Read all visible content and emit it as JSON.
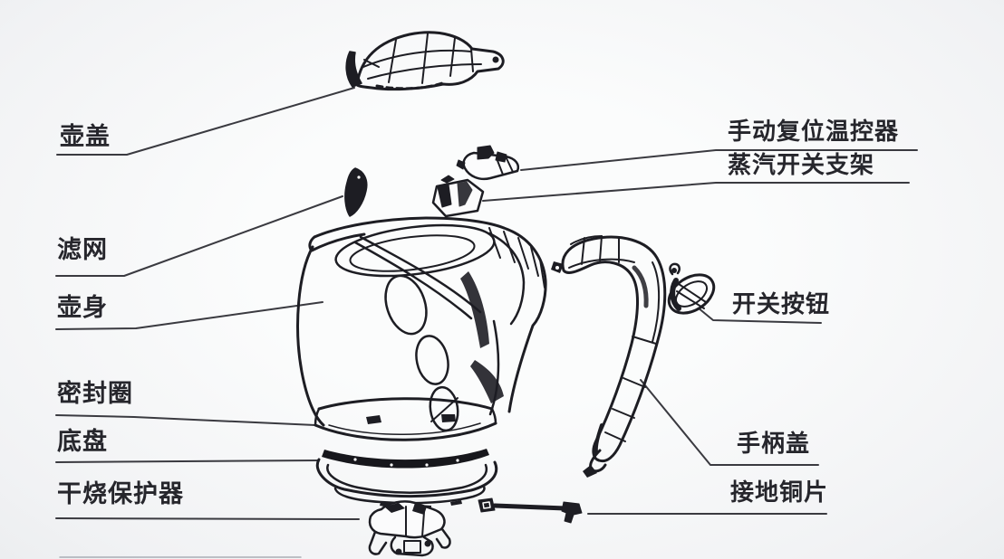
{
  "diagram": {
    "subject": "electric-kettle-exploded-parts-diagram",
    "labels": {
      "lid": "壶盖",
      "filter": "滤网",
      "body": "壶身",
      "seal_ring": "密封圈",
      "base_plate": "底盘",
      "dry_burn_protector": "干烧保护器",
      "thermostat": "手动复位温控器",
      "steam_switch_bracket": "蒸汽开关支架",
      "switch_button": "开关按钮",
      "handle_cover": "手柄盖",
      "ground_copper": "接地铜片"
    },
    "colors": {
      "ink": "#26262c",
      "line_art": "#1d1d23",
      "leader_line": "#3a3a40",
      "background": "#f2f3f5"
    }
  }
}
